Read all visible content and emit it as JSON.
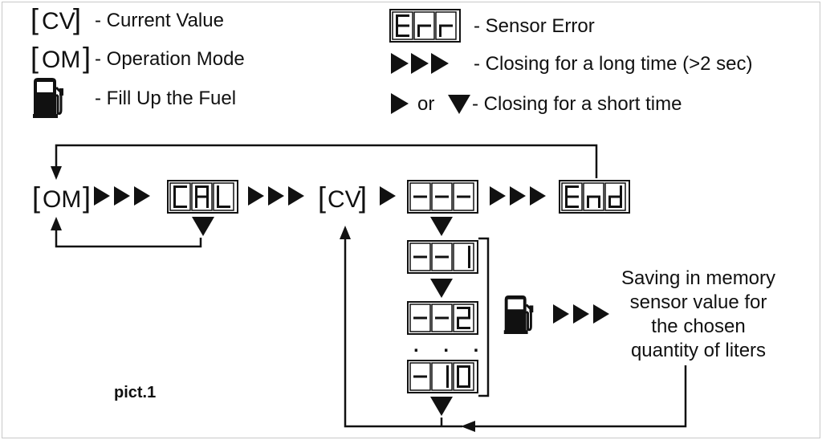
{
  "legend": {
    "cv_code": "CV",
    "cv_text": "- Current Value",
    "om_code": "OM",
    "om_text": "- Operation Mode",
    "fuel_text": "- Fill Up the Fuel",
    "err_display": "Err",
    "err_text": "- Sensor Error",
    "long_text": "- Closing for a long time (>2 sec)",
    "or_text": "or",
    "short_text": "- Closing for a short time"
  },
  "flow": {
    "om_code": "OM",
    "cal_display": "CAL",
    "cv_code": "CV",
    "dash_display": "---",
    "end_display": "End",
    "liters": [
      "--1",
      "--2",
      "-10"
    ],
    "ellipsis": ". . .",
    "saving_note": [
      "Saving in memory",
      "sensor value for",
      "the chosen",
      "quantity of liters"
    ]
  },
  "caption": "pict.1"
}
